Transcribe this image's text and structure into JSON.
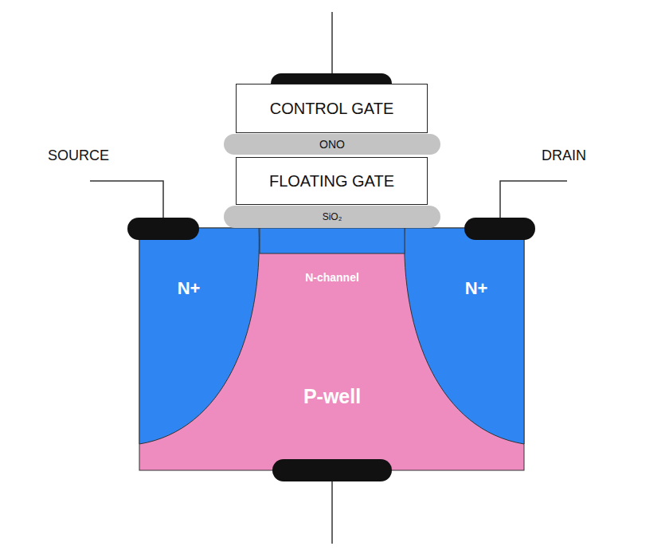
{
  "diagram": {
    "nodes": [
      {
        "text": [
          "CONTROL GATE"
        ]
      },
      {
        "text": [
          "ONO"
        ]
      },
      {
        "text": [
          "FLOATING GATE"
        ]
      },
      {
        "text": [
          "SiO₂"
        ]
      },
      {
        "text": [
          "N+"
        ]
      },
      {
        "text": [
          "N-channel"
        ]
      },
      {
        "text": [
          "N+"
        ]
      },
      {
        "text": [
          "P-well"
        ]
      }
    ],
    "labels": [
      "SOURCE",
      "DRAIN"
    ]
  }
}
